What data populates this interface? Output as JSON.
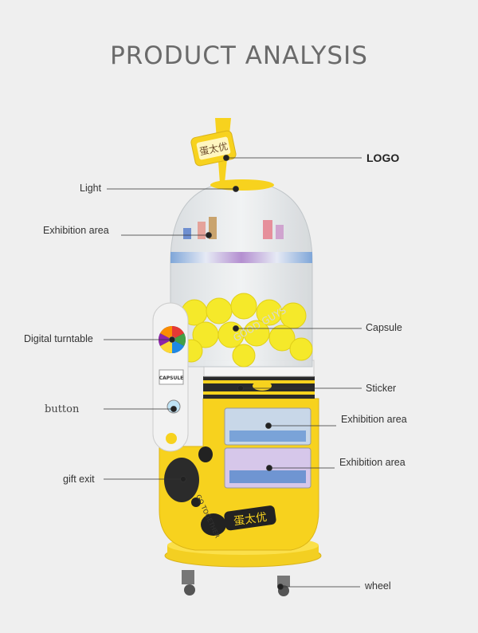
{
  "title": "PRODUCT ANALYSIS",
  "labels": {
    "logo": "LOGO",
    "light": "Light",
    "exhibition_top": "Exhibition area",
    "digital_turntable": "Digital turntable",
    "capsule": "Capsule",
    "sticker": "Sticker",
    "button": "button",
    "exhibition_mid": "Exhibition area",
    "exhibition_low": "Exhibition area",
    "gift_exit": "gift exit",
    "wheel": "wheel"
  },
  "machine": {
    "logo_text": "蛋太优",
    "capsule_panel_text": "CAPSULE",
    "dome_text": "GOOD GUYS",
    "belly_text": "蛋太优",
    "side_text": "GO TOGETHER"
  },
  "colors": {
    "body_yellow": "#f7d21e",
    "capsule_yellow": "#f5e92a",
    "line": "#333333"
  }
}
